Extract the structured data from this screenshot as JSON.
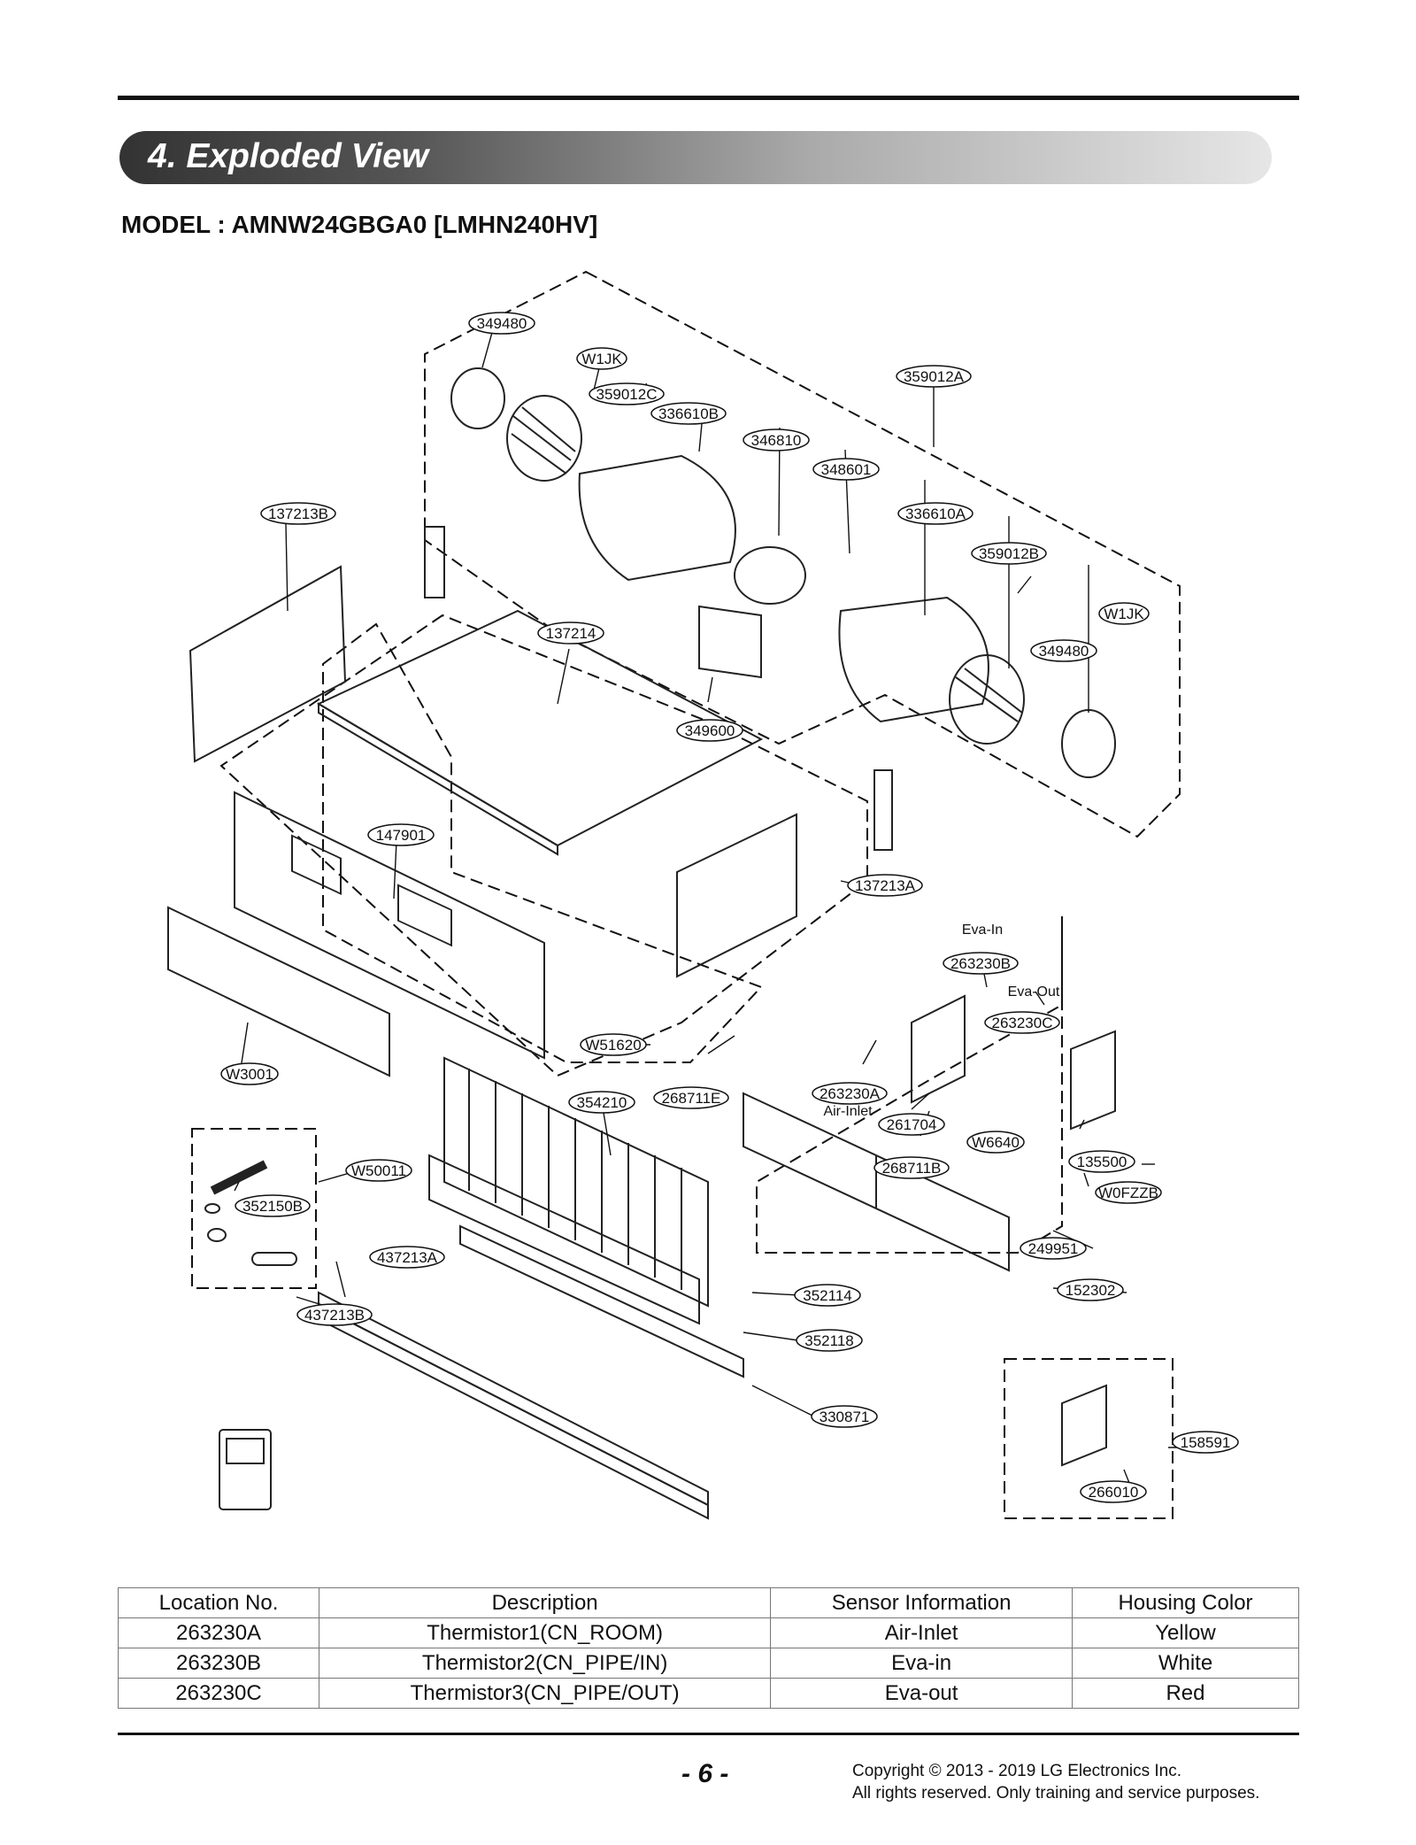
{
  "header": {
    "section_title": "4. Exploded View",
    "model_line": "MODEL : AMNW24GBGA0 [LMHN240HV]"
  },
  "diagram": {
    "part_labels": [
      "349480",
      "W1JK",
      "359012C",
      "336610B",
      "346810",
      "348601",
      "359012A",
      "336610A",
      "359012B",
      "W1JK",
      "349480",
      "137213B",
      "137214",
      "349600",
      "147901",
      "137213A",
      "263230B",
      "263230C",
      "W51620",
      "268711E",
      "263230A",
      "261704",
      "W6640",
      "268711B",
      "135500",
      "W0FZZB",
      "W3001",
      "354210",
      "W50011",
      "352150B",
      "437213A",
      "437213B",
      "352114",
      "352118",
      "249951",
      "152302",
      "330871",
      "158591",
      "266010"
    ],
    "annotations": [
      "Eva-In",
      "Eva-Out",
      "Air-Inlet"
    ]
  },
  "table": {
    "headers": [
      "Location No.",
      "Description",
      "Sensor Information",
      "Housing Color"
    ],
    "rows": [
      [
        "263230A",
        "Thermistor1(CN_ROOM)",
        "Air-Inlet",
        "Yellow"
      ],
      [
        "263230B",
        "Thermistor2(CN_PIPE/IN)",
        "Eva-in",
        "White"
      ],
      [
        "263230C",
        "Thermistor3(CN_PIPE/OUT)",
        "Eva-out",
        "Red"
      ]
    ]
  },
  "footer": {
    "page_number": "- 6 -",
    "copyright_line1": "Copyright © 2013 - 2019 LG Electronics Inc.",
    "copyright_line2": "All rights reserved. Only training and service purposes."
  }
}
